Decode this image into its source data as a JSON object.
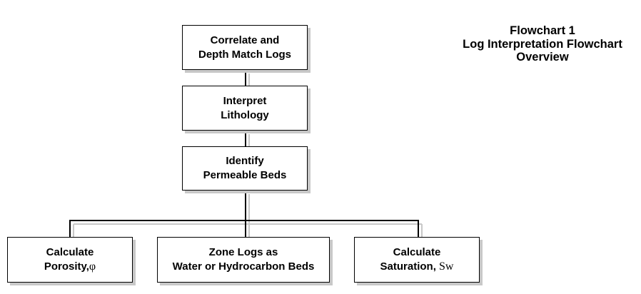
{
  "title": {
    "line1": "Flowchart 1",
    "line2": "Log Interpretation Flowchart",
    "line3": "Overview"
  },
  "nodes": {
    "correlate": {
      "line1": "Correlate and",
      "line2": "Depth Match Logs"
    },
    "lithology": {
      "line1": "Interpret",
      "line2": "Lithology"
    },
    "permeable": {
      "line1": "Identify",
      "line2": "Permeable Beds"
    },
    "porosity": {
      "line1": "Calculate",
      "line2": "Porosity,",
      "symbol": "φ"
    },
    "zone": {
      "line1": "Zone Logs as",
      "line2": "Water or Hydrocarbon Beds"
    },
    "saturation": {
      "line1": "Calculate",
      "line2": "Saturation,",
      "symbol": "Sw"
    }
  }
}
